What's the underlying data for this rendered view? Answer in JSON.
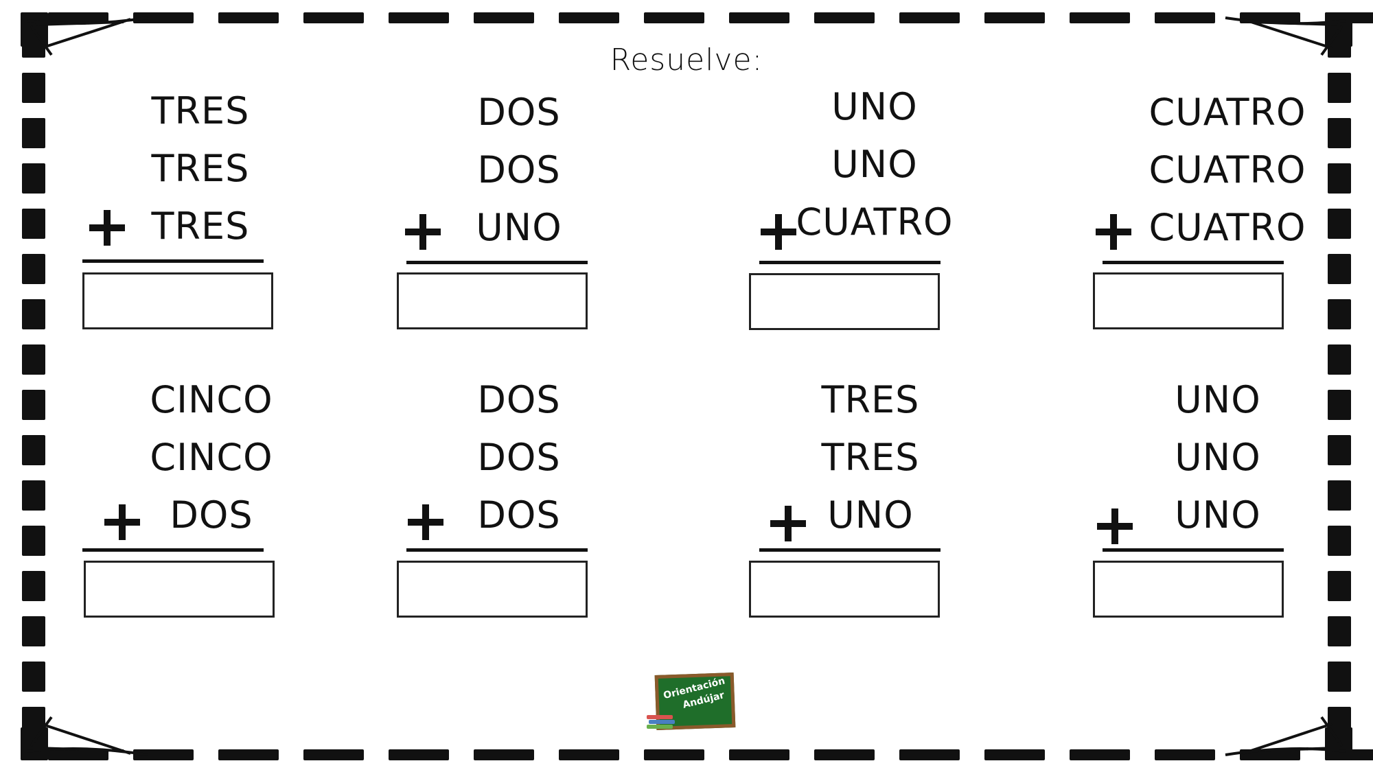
{
  "title": "Resuelve:",
  "problems": [
    {
      "addends": [
        "TRES",
        "TRES",
        "TRES"
      ],
      "operator": "+"
    },
    {
      "addends": [
        "DOS",
        "DOS",
        "UNO"
      ],
      "operator": "+"
    },
    {
      "addends": [
        "UNO",
        "UNO",
        "CUATRO"
      ],
      "operator": "+"
    },
    {
      "addends": [
        "CUATRO",
        "CUATRO",
        "CUATRO"
      ],
      "operator": "+"
    },
    {
      "addends": [
        "CINCO",
        "CINCO",
        "DOS"
      ],
      "operator": "+"
    },
    {
      "addends": [
        "DOS",
        "DOS",
        "DOS"
      ],
      "operator": "+"
    },
    {
      "addends": [
        "TRES",
        "TRES",
        "UNO"
      ],
      "operator": "+"
    },
    {
      "addends": [
        "UNO",
        "UNO",
        "UNO"
      ],
      "operator": "+"
    }
  ],
  "logo": {
    "line1": "Orientación",
    "line2": "Andújar"
  },
  "colors": {
    "ink": "#111111",
    "chalkboard": "#1f6e2a",
    "board_frame": "#8a5a2b"
  }
}
